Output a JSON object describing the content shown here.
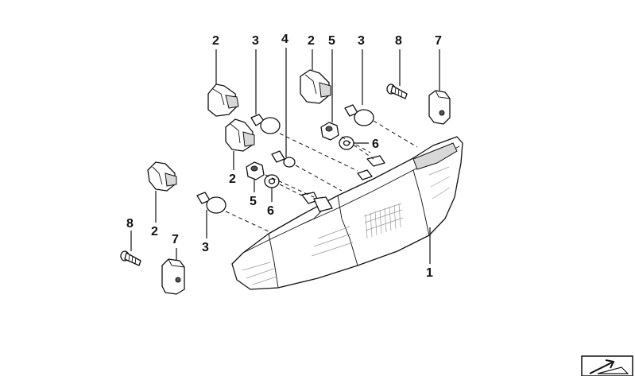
{
  "callouts": [
    {
      "id": "c2a",
      "label": "2"
    },
    {
      "id": "c3a",
      "label": "3"
    },
    {
      "id": "c4",
      "label": "4"
    },
    {
      "id": "c2b",
      "label": "2"
    },
    {
      "id": "c5a",
      "label": "5"
    },
    {
      "id": "c3b",
      "label": "3"
    },
    {
      "id": "c8a",
      "label": "8"
    },
    {
      "id": "c7a",
      "label": "7"
    },
    {
      "id": "c6a",
      "label": "6"
    },
    {
      "id": "c2c",
      "label": "2"
    },
    {
      "id": "c5b",
      "label": "5"
    },
    {
      "id": "c6b",
      "label": "6"
    },
    {
      "id": "c8b",
      "label": "8"
    },
    {
      "id": "c2d",
      "label": "2"
    },
    {
      "id": "c7b",
      "label": "7"
    },
    {
      "id": "c3c",
      "label": "3"
    },
    {
      "id": "c1",
      "label": "1"
    }
  ],
  "icons": {
    "corner_badge": "arrow-stamp-icon"
  }
}
